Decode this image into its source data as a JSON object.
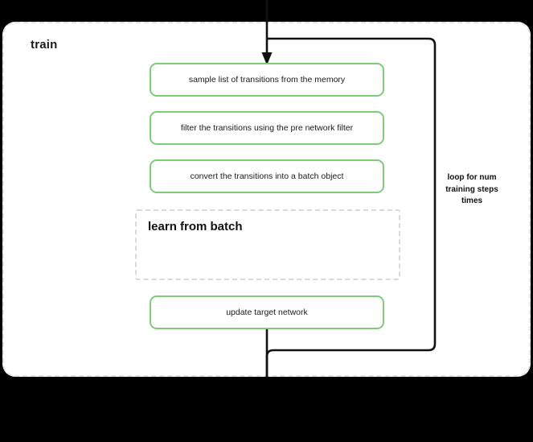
{
  "diagram": {
    "title": "train",
    "background_color": "#000000",
    "canvas_color": "#ffffff",
    "accent_color": "#82c97f",
    "dashed_border_color": "#e2e2e2",
    "connector_color": "#111111"
  },
  "steps": [
    {
      "id": "sample",
      "label": "sample list of transitions from the memory"
    },
    {
      "id": "filter",
      "label": "filter the transitions using the pre network filter"
    },
    {
      "id": "convert",
      "label": "convert the transitions into a batch object"
    },
    {
      "id": "update",
      "label": "update target network"
    }
  ],
  "subgraph": {
    "title": "learn from batch"
  },
  "loop": {
    "label": "loop for num training steps times"
  }
}
